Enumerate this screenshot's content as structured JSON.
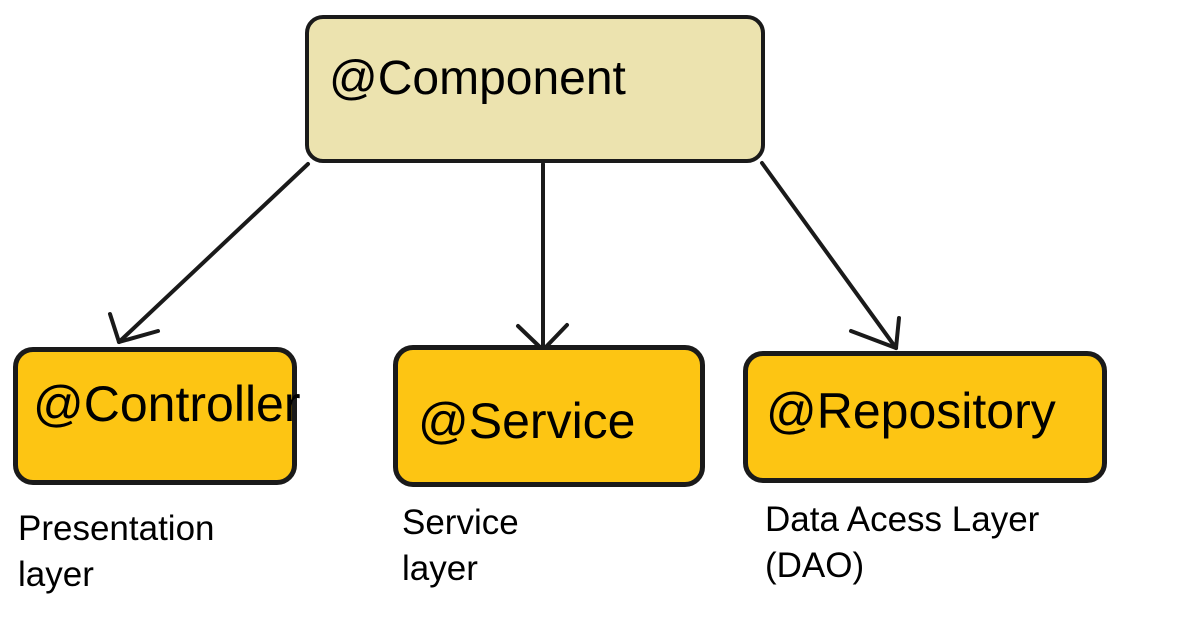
{
  "diagram": {
    "nodes": {
      "component": {
        "label": "@Component"
      },
      "controller": {
        "label": "@Controller",
        "caption": "Presentation\nlayer"
      },
      "service": {
        "label": "@Service",
        "caption": "Service\nlayer"
      },
      "repository": {
        "label": "@Repository",
        "caption": "Data Acess Layer\n(DAO)"
      }
    },
    "edges": [
      {
        "from": "component",
        "to": "controller"
      },
      {
        "from": "component",
        "to": "service"
      },
      {
        "from": "component",
        "to": "repository"
      }
    ],
    "colors": {
      "parent_fill": "#ECE3AF",
      "child_fill": "#FDC513",
      "stroke": "#1A1A1A",
      "text": "#000000",
      "background": "#FFFFFF"
    }
  }
}
